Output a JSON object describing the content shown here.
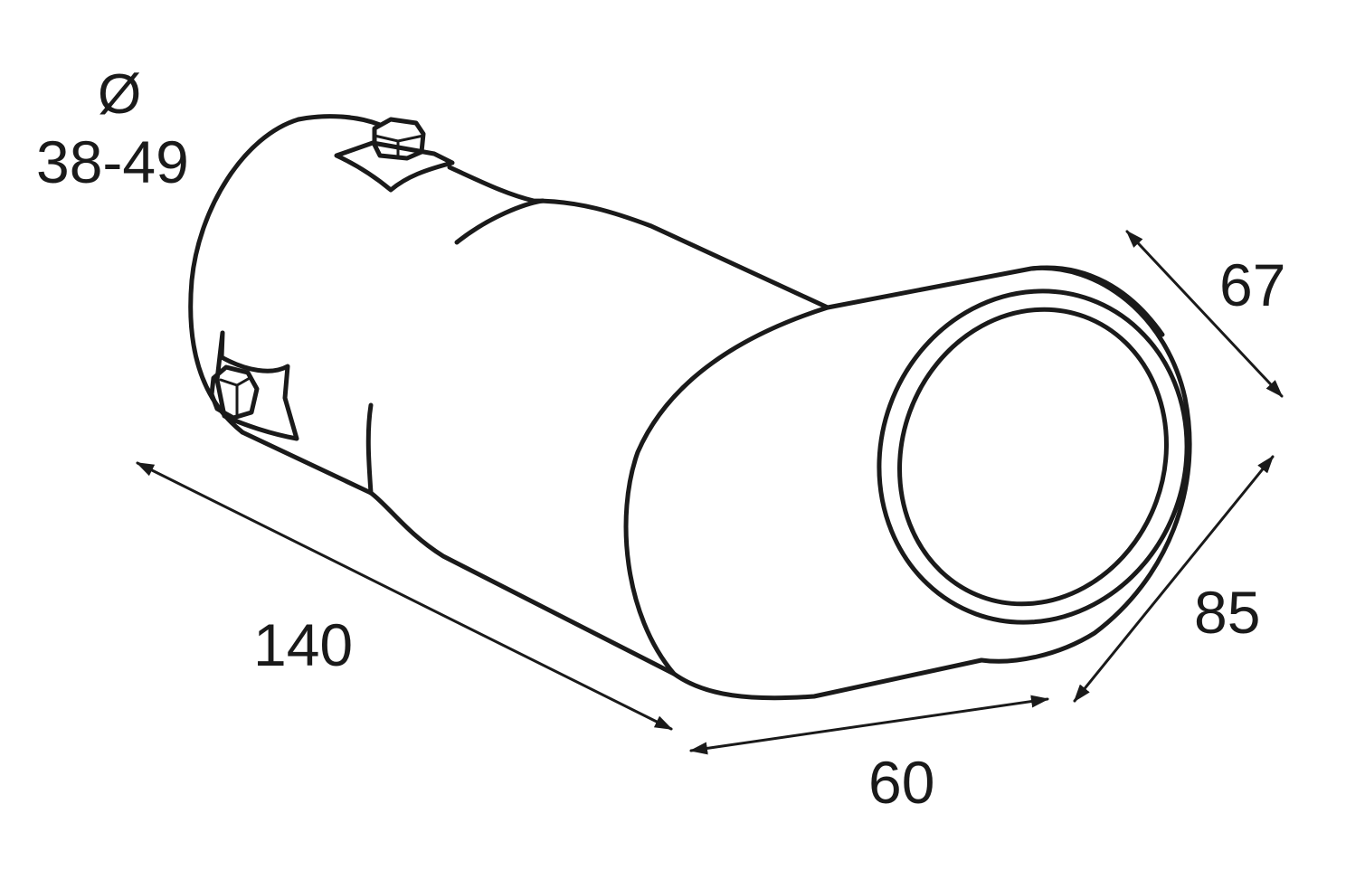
{
  "diameter": {
    "symbol": "Ø",
    "range": "38-49"
  },
  "dimensions": {
    "length": "140",
    "width": "60",
    "height": "85",
    "depth": "67"
  },
  "colors": {
    "line": "#1a1a1a",
    "background": "#ffffff"
  }
}
